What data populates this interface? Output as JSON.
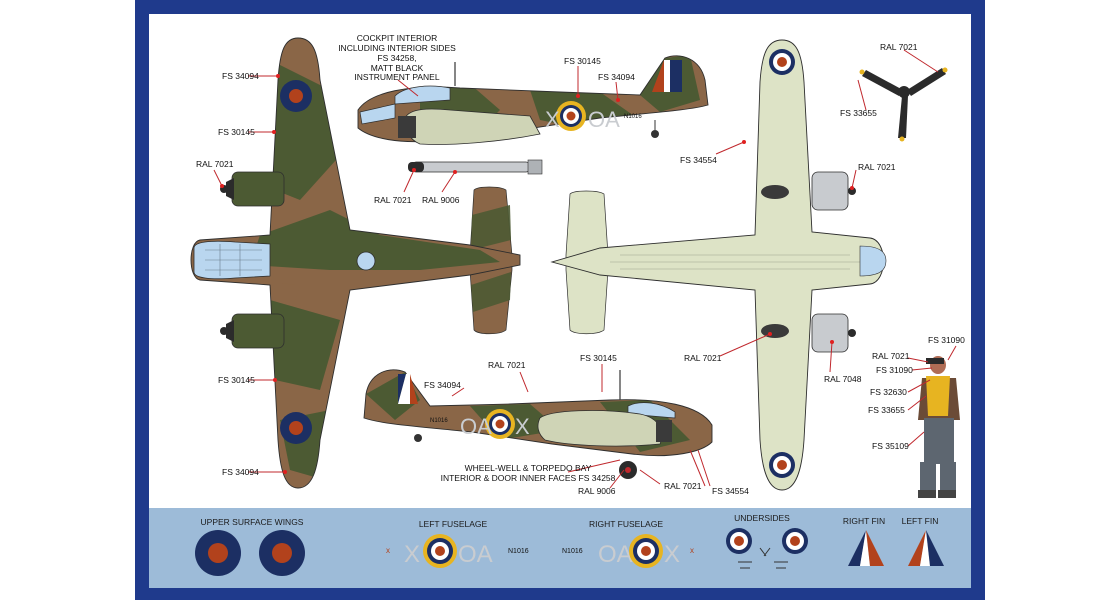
{
  "callouts": {
    "cockpit": [
      "COCKPIT INTERIOR",
      "INCLUDING INTERIOR SIDES",
      "FS 34258,",
      "MATT BLACK",
      "INSTRUMENT PANEL"
    ],
    "top_fs34094_a": "FS 34094",
    "top_fs30145_a": "FS 30145",
    "top_ral7021_spinner": "RAL 7021",
    "top_fs30145_b": "FS 30145",
    "top_fs34094_b": "FS 34094",
    "side_fs30145": "FS 30145",
    "side_fs34094": "FS 34094",
    "torpedo_ral7021": "RAL 7021",
    "torpedo_ral9006": "RAL 9006",
    "prop_ral7021": "RAL 7021",
    "prop_fs33655": "FS 33655",
    "under_fs34554": "FS 34554",
    "under_ral7021_spinner": "RAL 7021",
    "under_ral7021_b": "RAL 7021",
    "under_ral7048": "RAL 7048",
    "port_ral7021": "RAL 7021",
    "port_fs30145": "FS 30145",
    "port_fs34094": "FS 34094",
    "wheelwell": [
      "WHEEL-WELL & TORPEDO BAY",
      "INTERIOR & DOOR INNER FACES FS 34258"
    ],
    "port_ral9006": "RAL 9006",
    "port_ral7021_b": "RAL 7021",
    "port_fs34554": "FS 34554",
    "pilot": [
      "FS 31090",
      "RAL 7021",
      "FS 31090",
      "FS 32630",
      "FS 33655",
      "FS 35109"
    ]
  },
  "aircraft": {
    "code_left": "X",
    "code_right": "OA",
    "serial": "N1016"
  },
  "decals": {
    "upper_wings": "UPPER SURFACE WINGS",
    "left_fuselage": "LEFT FUSELAGE",
    "right_fuselage": "RIGHT FUSELAGE",
    "undersides": "UNDERSIDES",
    "right_fin": "RIGHT FIN",
    "left_fin": "LEFT FIN",
    "left_code": "X",
    "left_code_b": "OA",
    "right_code": "OA",
    "right_code_b": "X",
    "serial": "N1016",
    "small_x": "x"
  },
  "colors": {
    "sheet_border": "#1f3a8c",
    "camo_green": "#4c5a33",
    "camo_brown": "#8a6647",
    "underside": "#dde3c6",
    "roundel_blue": "#1c2f63",
    "roundel_red": "#b2421c",
    "roundel_yellow": "#e7b421",
    "code_grey": "#c9ccd0",
    "leader_red": "#c0282d"
  }
}
